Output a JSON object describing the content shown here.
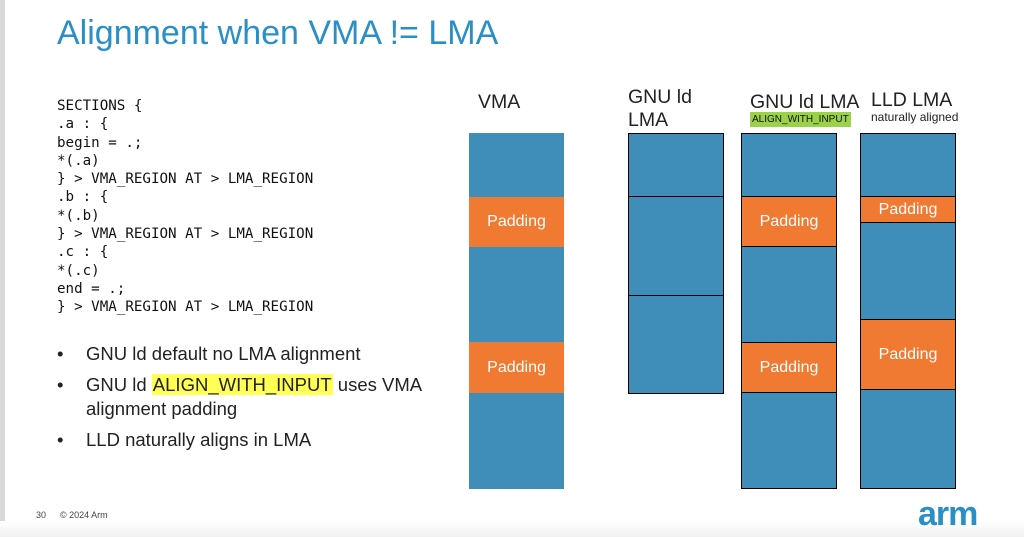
{
  "slide": {
    "title": "Alignment when VMA != LMA",
    "page_number": "30",
    "copyright": "© 2024 Arm",
    "logo_text": "arm"
  },
  "code_lines": [
    "SECTIONS {",
    ".a : {",
    "begin = .;",
    "*(.a)",
    "} > VMA_REGION AT > LMA_REGION",
    ".b : {",
    "*(.b)",
    "} > VMA_REGION AT > LMA_REGION",
    ".c : {",
    "*(.c)",
    "end = .;",
    "} > VMA_REGION AT > LMA_REGION"
  ],
  "bullets": {
    "b1": "GNU ld default no LMA alignment",
    "b2_pre": "GNU ld ",
    "b2_highlight": "ALIGN_WITH_INPUT",
    "b2_post": " uses VMA alignment padding",
    "b3": "LLD naturally aligns in LMA"
  },
  "columns": {
    "vma": {
      "heading": "VMA"
    },
    "gnu": {
      "heading_line1": "GNU ld",
      "heading_line2": "LMA"
    },
    "gnu_align": {
      "heading": "GNU ld LMA",
      "tag": "ALIGN_WITH_INPUT"
    },
    "lld": {
      "heading": "LLD LMA",
      "subheading": "naturally aligned"
    }
  },
  "padding_label": "Padding",
  "colors": {
    "blue": "#3e8eb9",
    "orange": "#f07a32",
    "title": "#2a8fc6",
    "tag": "#9bd24a",
    "highlight": "#ffff55"
  }
}
